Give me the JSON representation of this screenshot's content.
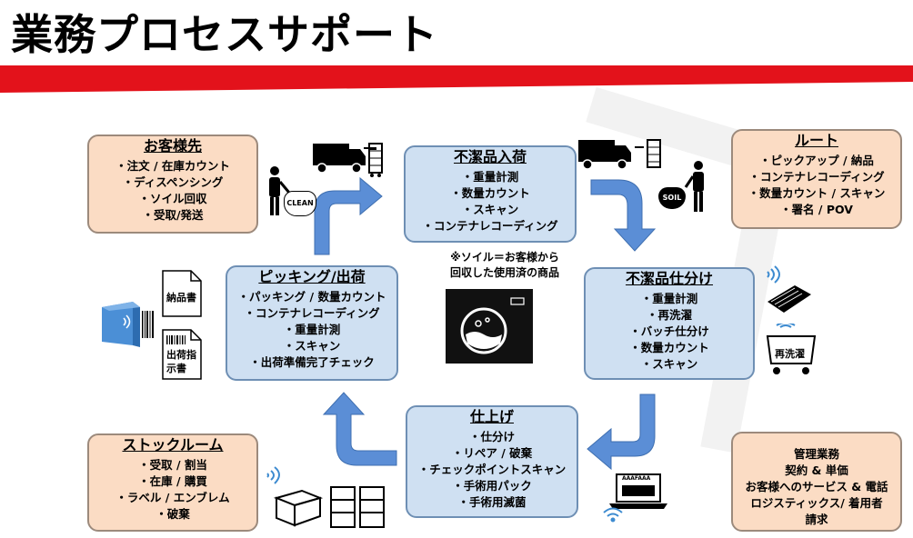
{
  "title": "業務プロセスサポート",
  "colors": {
    "accent_red": "#e3121b",
    "box_blue": "#cfe0f2",
    "box_tan": "#fbdcc4",
    "arrow_blue": "#5b8ed6"
  },
  "boxes": {
    "receiving": {
      "heading": "不潔品入荷",
      "items": [
        "重量計測",
        "数量カウント",
        "スキャン",
        "コンテナレコーディング"
      ]
    },
    "sorting": {
      "heading": "不潔品仕分け",
      "items": [
        "重量計測",
        "再洗濯",
        "バッチ仕分け",
        "数量カウント",
        "スキャン"
      ]
    },
    "finishing": {
      "heading": "仕上げ",
      "items": [
        "仕分け",
        "リペア / 破棄",
        "チェックポイントスキャン",
        "手術用パック",
        "手術用滅菌"
      ]
    },
    "picking": {
      "heading": "ピッキング/出荷",
      "items": [
        "パッキング / 数量カウント",
        "コンテナレコーディング",
        "重量計測",
        "スキャン",
        "出荷準備完了チェック"
      ]
    },
    "customer": {
      "heading": "お客様先",
      "items": [
        "注文 / 在庫カウント",
        "ディスペンシング",
        "ソイル回収",
        "受取/発送"
      ]
    },
    "route": {
      "heading": "ルート",
      "items": [
        "ピックアップ / 納品",
        "コンテナレコーディング",
        "数量カウント / スキャン",
        "署名 / POV"
      ]
    },
    "stockroom": {
      "heading": "ストックルーム",
      "items": [
        "受取 / 割当",
        "在庫 / 購買",
        "ラベル / エンブレム",
        "破棄"
      ]
    },
    "management": {
      "lines": [
        "管理業務",
        "契約 & 単価",
        "お客様へのサービス & 電話",
        "ロジスティックス/ 着用者",
        "請求"
      ]
    }
  },
  "note": {
    "line1": "※ソイル＝お客様から",
    "line2": "回収した使用済の商品"
  },
  "labels": {
    "clean_bag": "CLEAN",
    "soil_bag": "SOIL",
    "delivery_note": "納品書",
    "shipping_line1": "出荷指",
    "shipping_line2": "示書",
    "rewash_cart": "再洗濯",
    "laptop_screen": "AAAFAAA"
  },
  "icons": [
    "truck-icon",
    "person-icon",
    "bag-icon",
    "washer-icon",
    "wifi-icon",
    "laptop-icon",
    "cart-icon",
    "box-icon",
    "shelf-icon",
    "document-icon",
    "barcode-icon",
    "cabinet-icon"
  ]
}
